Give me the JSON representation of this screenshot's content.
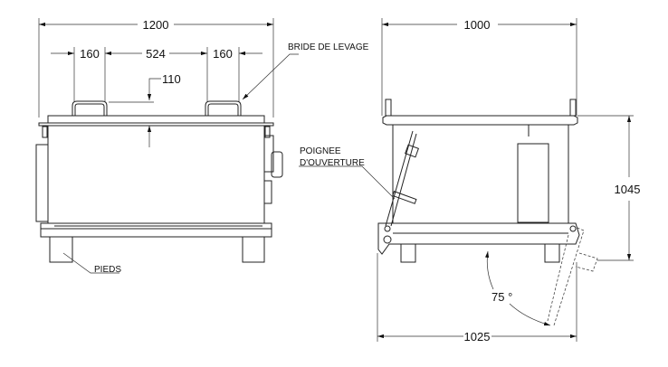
{
  "front_view": {
    "dimensions": {
      "overall_width": "1200",
      "left_flange": "160",
      "flange_spacing": "524",
      "right_flange": "160",
      "flange_height": "110"
    },
    "labels": {
      "lifting_flange": "BRIDE DE LEVAGE",
      "feet": "PIEDS"
    }
  },
  "side_view": {
    "dimensions": {
      "overall_depth": "1000",
      "height": "1045",
      "base_depth": "1025",
      "opening_angle": "75 °"
    },
    "labels": {
      "opening_handle_line1": "POIGNEE",
      "opening_handle_line2": "D'OUVERTURE"
    }
  }
}
